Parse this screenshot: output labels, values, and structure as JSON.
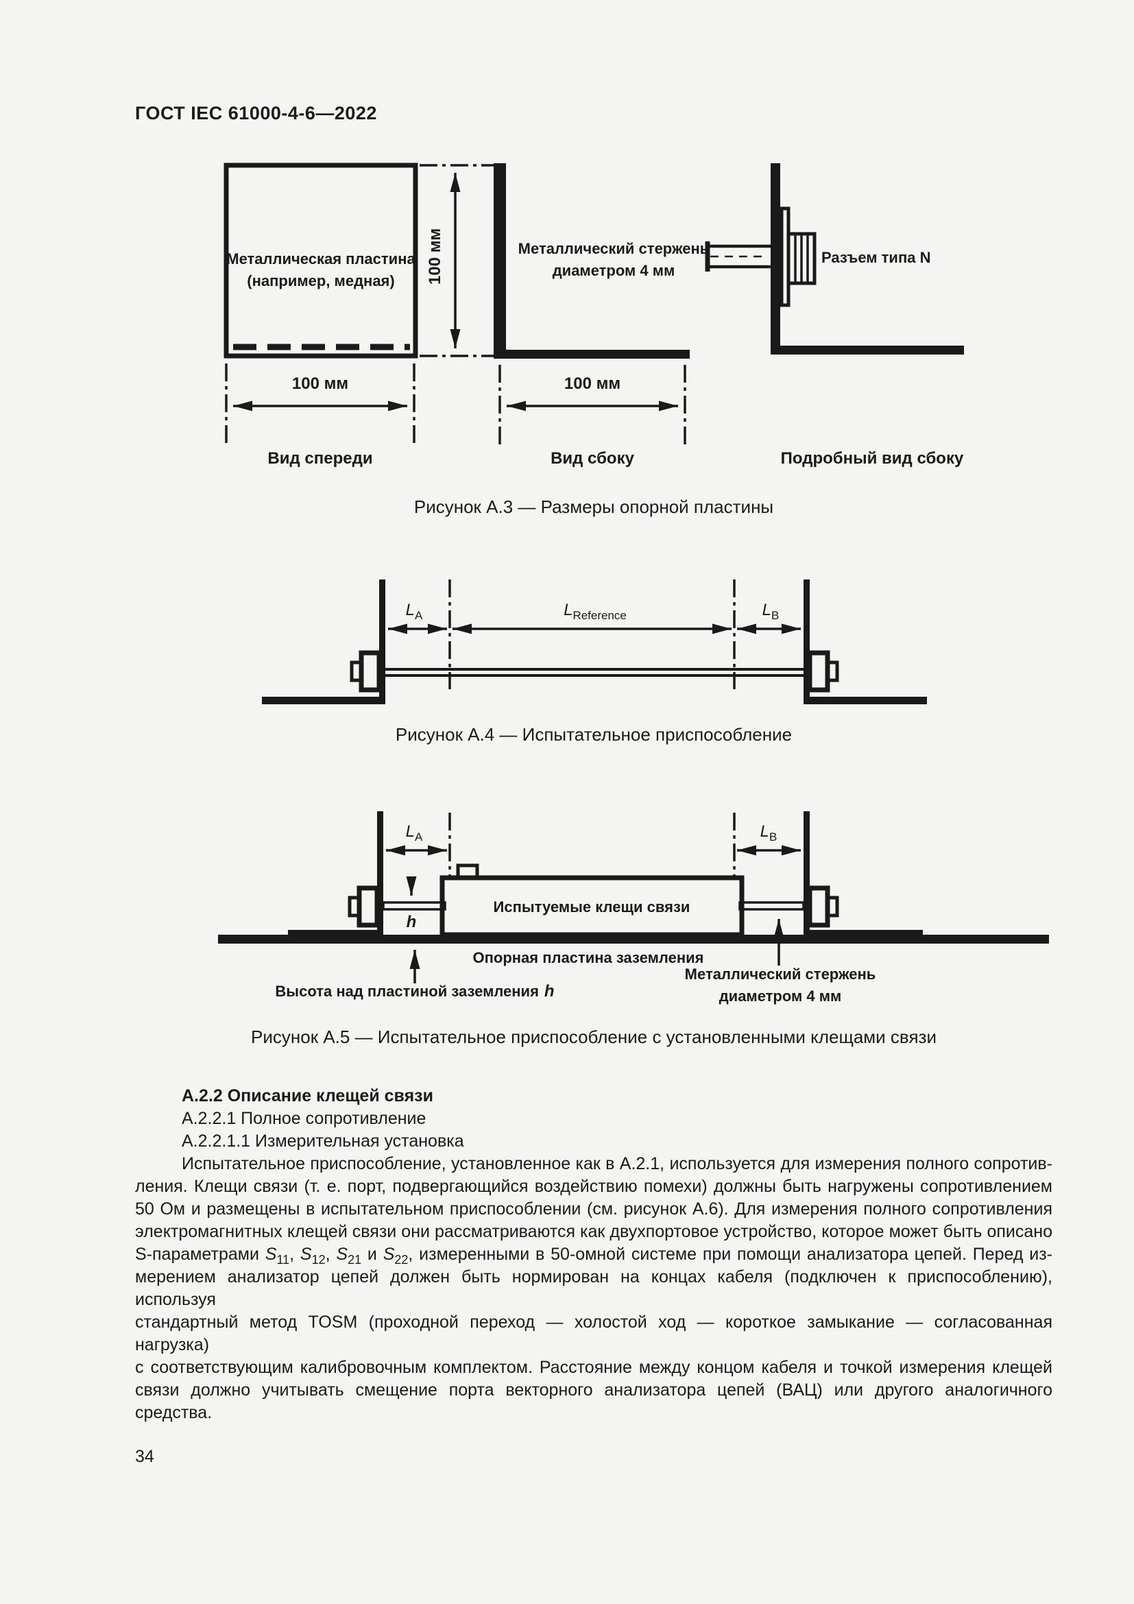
{
  "colors": {
    "ink": "#1a1a1a",
    "paper": "#f4f4f3"
  },
  "page": {
    "header": "ГОСТ IEC 61000-4-6—2022",
    "number": "34"
  },
  "figure_a3": {
    "caption": "Рисунок А.3 — Размеры опорной пластины",
    "front": {
      "plate_label_1": "Металлическая пластина",
      "plate_label_2": "(например, медная)",
      "dim_height": "100 мм",
      "dim_width": "100 мм",
      "caption": "Вид спереди"
    },
    "side": {
      "rod_label_1": "Металлический стержень",
      "rod_label_2": "диаметром 4 мм",
      "dim_width": "100 мм",
      "caption": "Вид сбоку"
    },
    "detail": {
      "connector_label": "Разъем типа N",
      "caption": "Подробный вид сбоку"
    }
  },
  "figure_a4": {
    "caption": "Рисунок А.4 — Испытательное приспособление",
    "dim_la_main": "L",
    "dim_la_sub": "A",
    "dim_lref_main": "L",
    "dim_lref_sub": "Reference",
    "dim_lb_main": "L",
    "dim_lb_sub": "B"
  },
  "figure_a5": {
    "caption": "Рисунок А.5 — Испытательное приспособление с установленными клещами связи",
    "dim_la_main": "L",
    "dim_la_sub": "A",
    "dim_lb_main": "L",
    "dim_lb_sub": "B",
    "box_label": "Испытуемые клещи связи",
    "height_var": "h",
    "ground_label": "Опорная пластина заземления",
    "height_label": "Высота над пластиной заземления",
    "height_label_var": "h",
    "rod_label_1": "Металлический стержень",
    "rod_label_2": "диаметром 4 мм"
  },
  "section": {
    "heading": "А.2.2 Описание клещей связи",
    "sub1": "А.2.2.1 Полное сопротивление",
    "sub2": "А.2.2.1.1 Измерительная установка",
    "paragraph_lines": [
      "Испытательное приспособление, установленное как в А.2.1, используется для измерения полного сопротив-",
      "ления. Клещи связи (т. е. порт, подвергающийся воздействию помехи) должны быть нагружены сопротивлением",
      "50 Ом и размещены в испытательном приспособлении (см. рисунок А.6). Для измерения полного сопротивления",
      "электромагнитных клещей связи они рассматриваются как двухпортовое устройство, которое может быть описано",
      "S-параметрами *S*_{11}, *S*_{12}, *S*_{21} и *S*_{22}, измеренными в 50-омной системе при помощи анализатора цепей. Перед из-",
      "мерением анализатор цепей должен быть нормирован на концах кабеля (подключен к приспособлению), используя",
      "стандартный метод TOSM (проходной переход — холостой ход — короткое замыкание — согласованная нагрузка)",
      "с соответствующим калибровочным комплектом. Расстояние между концом кабеля и точкой измерения клещей",
      "связи должно учитывать смещение порта векторного анализатора цепей (ВАЦ) или другого аналогичного средства."
    ]
  }
}
